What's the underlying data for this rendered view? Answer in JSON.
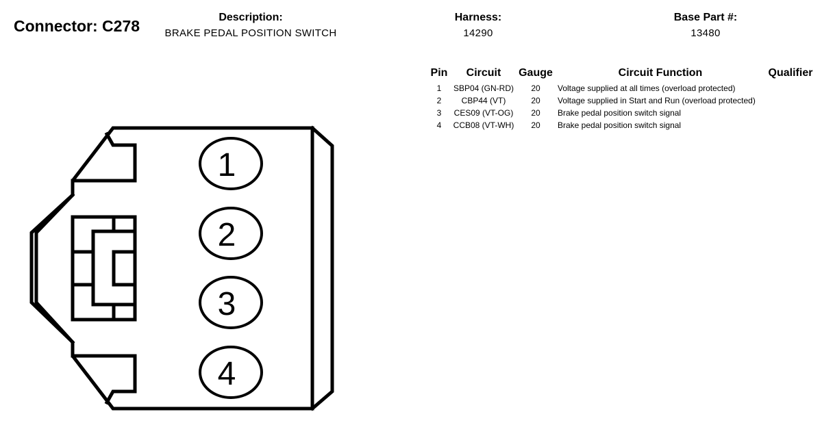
{
  "connector": {
    "title": "Connector: C278"
  },
  "header": {
    "description_label": "Description:",
    "description_value": "BRAKE PEDAL POSITION SWITCH",
    "harness_label": "Harness:",
    "harness_value": "14290",
    "base_part_label": "Base Part #:",
    "base_part_value": "13480"
  },
  "table": {
    "columns": {
      "pin": "Pin",
      "circuit": "Circuit",
      "gauge": "Gauge",
      "function": "Circuit Function",
      "qualifier": "Qualifier"
    },
    "rows": [
      {
        "pin": "1",
        "circuit": "SBP04 (GN-RD)",
        "gauge": "20",
        "function": "Voltage supplied at all times (overload protected)",
        "qualifier": ""
      },
      {
        "pin": "2",
        "circuit": "CBP44 (VT)",
        "gauge": "20",
        "function": "Voltage supplied in Start and Run (overload protected)",
        "qualifier": ""
      },
      {
        "pin": "3",
        "circuit": "CES09 (VT-OG)",
        "gauge": "20",
        "function": "Brake pedal position switch signal",
        "qualifier": ""
      },
      {
        "pin": "4",
        "circuit": "CCB08 (VT-WH)",
        "gauge": "20",
        "function": "Brake pedal position switch signal",
        "qualifier": ""
      }
    ]
  },
  "diagram": {
    "pin_labels": [
      "1",
      "2",
      "3",
      "4"
    ]
  }
}
